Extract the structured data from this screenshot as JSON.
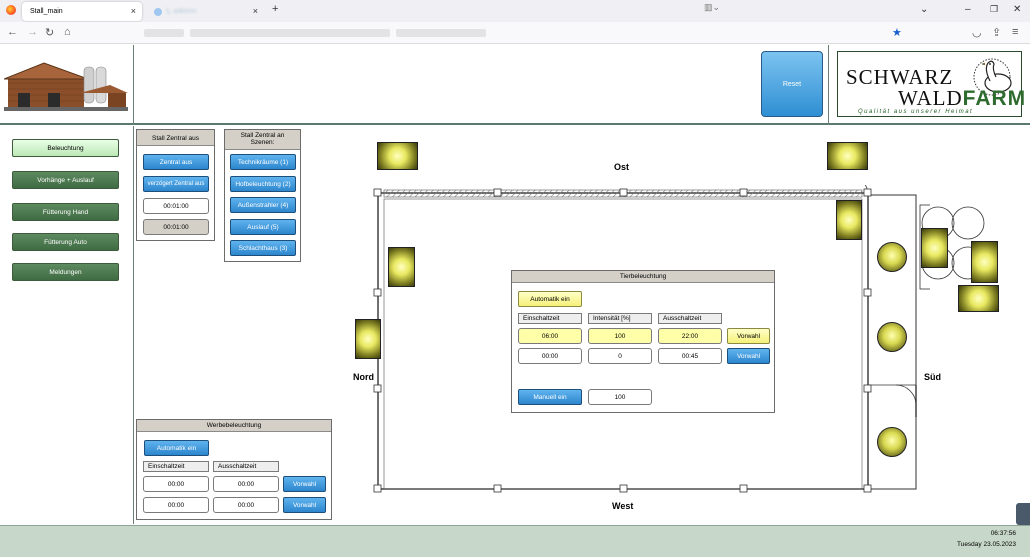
{
  "browser": {
    "tabs": [
      {
        "title": "Stall_main",
        "active": true
      },
      {
        "title": "Ij..adkerin",
        "active": false
      }
    ],
    "new_tab": "+"
  },
  "header": {
    "reset_label": "Reset",
    "brand_line1": "SCHWARZ",
    "brand_line2a": "WALD",
    "brand_line2b": "FARM",
    "brand_slogan": "Qualität aus unserer Heimat"
  },
  "nav": {
    "items": [
      {
        "label": "Beleuchtung",
        "active": true
      },
      {
        "label": "Vorhänge + Auslauf",
        "active": false
      },
      {
        "label": "Fütterung Hand",
        "active": false
      },
      {
        "label": "Fütterung Auto",
        "active": false
      },
      {
        "label": "Meldungen",
        "active": false
      }
    ]
  },
  "stall_aus": {
    "title": "Stall Zentral aus",
    "btn1": "Zentral aus",
    "btn2": "verzögert Zentral aus",
    "time1": "00:01:00",
    "time2": "00:01:00"
  },
  "stall_an": {
    "title": "Stall Zentral an Szenen:",
    "btn1": "Technikräume (1)",
    "btn2": "Hofbeleuchtung (2)",
    "btn3": "Außenstrahler (4)",
    "btn4": "Auslauf (5)",
    "btn5": "Schlachthaus (3)"
  },
  "werbe": {
    "title": "Werbebeleuchtung",
    "auto": "Automatik ein",
    "col1": "Einschaltzeit",
    "col2": "Ausschaltzeit",
    "row1": {
      "on": "00:00",
      "off": "00:00",
      "btn": "Vorwahl"
    },
    "row2": {
      "on": "00:00",
      "off": "00:00",
      "btn": "Vorwahl"
    }
  },
  "tier": {
    "title": "Tierbeleuchtung",
    "auto": "Automatik ein",
    "col1": "Einschaltzeit",
    "col2": "Intensität [%]",
    "col3": "Ausschaltzeit",
    "row1": {
      "on": "06:00",
      "intensity": "100",
      "off": "22:00",
      "btn": "Vorwahl"
    },
    "row2": {
      "on": "00:00",
      "intensity": "0",
      "off": "00:45",
      "btn": "Vorwahl"
    },
    "manual": "Manuell ein",
    "manual_value": "100"
  },
  "map": {
    "ost": "Ost",
    "west": "West",
    "nord": "Nord",
    "sued": "Süd"
  },
  "status": {
    "time": "06:37:56",
    "date": "Tuesday  23.05.2023"
  },
  "colors": {
    "nav_green": "#3f6b43",
    "nav_active": "#bde8b6",
    "button_blue": "#2d86cd",
    "field_yellow": "#ffffa8",
    "status_bar": "#c7d7c9"
  }
}
